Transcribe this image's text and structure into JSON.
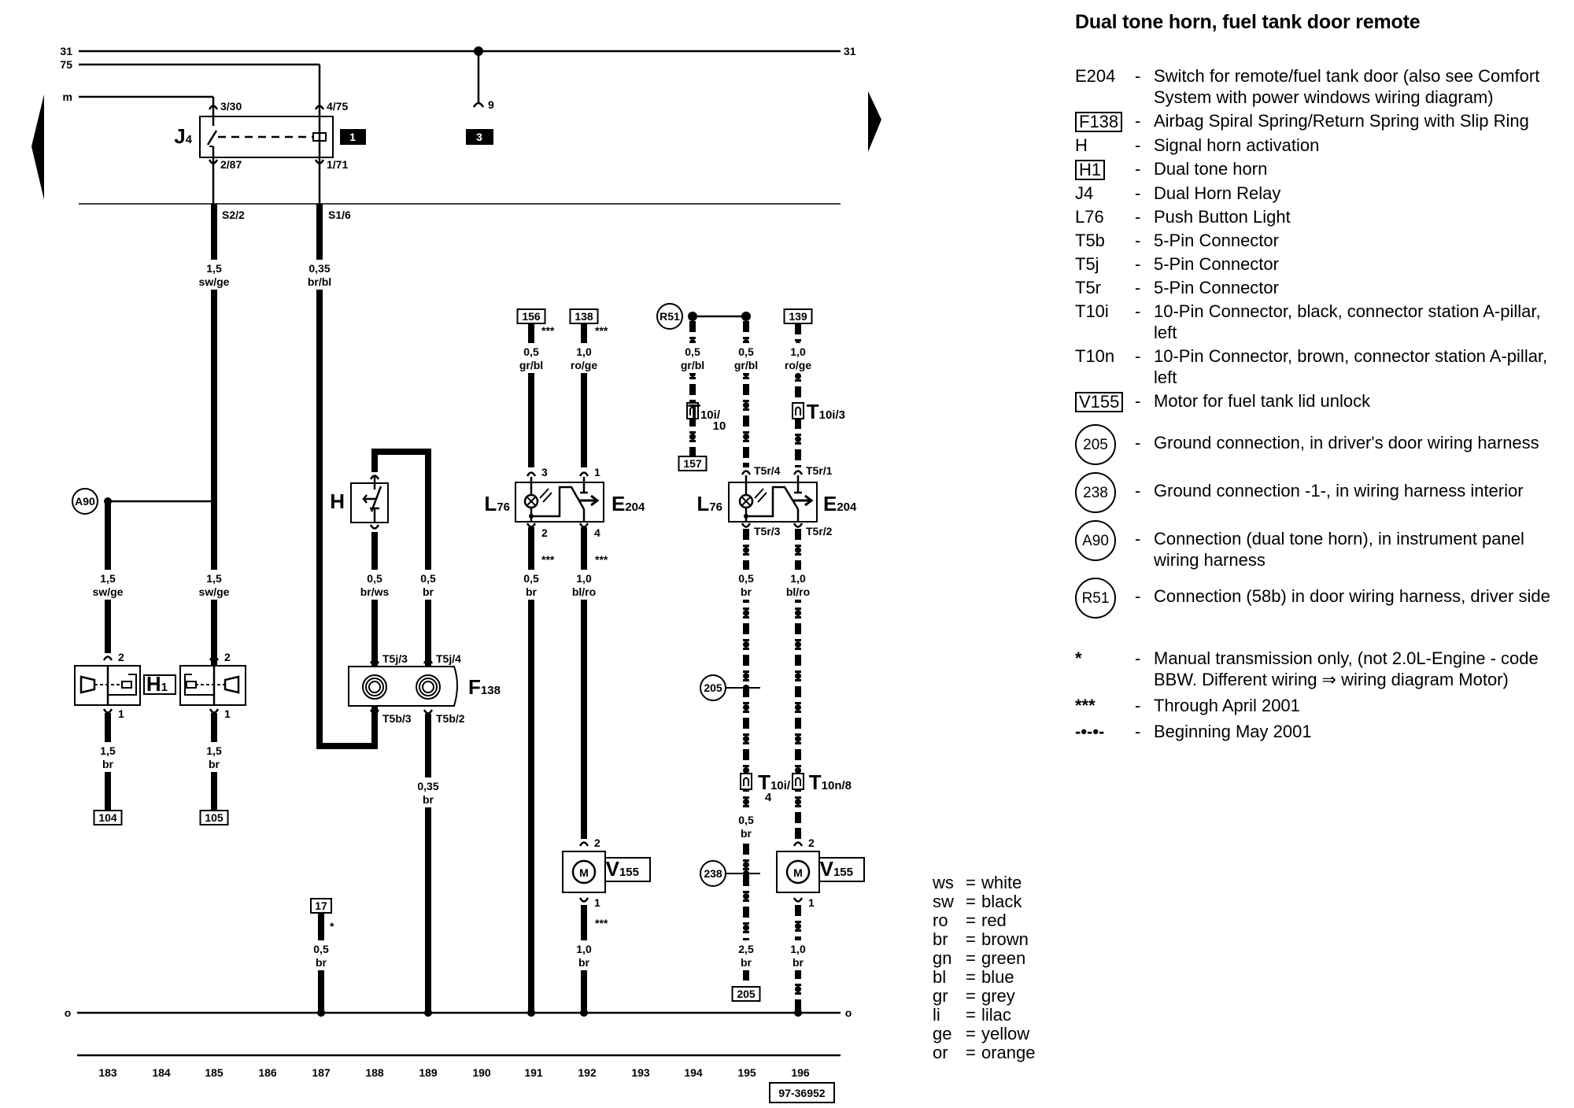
{
  "title": "Dual tone horn, fuel tank door remote",
  "figure_number": "97-36952",
  "nav": {
    "prev_icon": "arrow-left-icon",
    "next_icon": "arrow-right-icon"
  },
  "bus_lines": {
    "top_left_labels": [
      "31",
      "75",
      "m"
    ],
    "top_right_label": "31",
    "ground_left_label": "o",
    "ground_right_label": "o"
  },
  "column_numbers": [
    "183",
    "184",
    "185",
    "186",
    "187",
    "188",
    "189",
    "190",
    "191",
    "192",
    "193",
    "194",
    "195",
    "196"
  ],
  "components": {
    "J4": {
      "label": "J",
      "sub": "4",
      "pins": [
        "3/30",
        "4/75",
        "2/87",
        "1/71"
      ],
      "ref_box": "1"
    },
    "ref_box_3": "3",
    "pin_9": "9",
    "fuse_S2": "S2/2",
    "fuse_S1": "S1/6",
    "A90": "A90",
    "H1": {
      "label": "H",
      "sub": "1",
      "pins_left": [
        "2",
        "1"
      ],
      "pins_right": [
        "2",
        "1"
      ]
    },
    "H": {
      "label": "H"
    },
    "F138": {
      "label": "F",
      "sub": "138",
      "pins": [
        "T5j/3",
        "T5j/4",
        "T5b/3",
        "T5b/2"
      ]
    },
    "L76_a": {
      "label": "L",
      "sub": "76",
      "pins": [
        "3",
        "2"
      ]
    },
    "E204_a": {
      "label": "E",
      "sub": "204",
      "pins": [
        "1",
        "4"
      ]
    },
    "L76_b": {
      "label": "L",
      "sub": "76",
      "pins": [
        "T5r/4",
        "T5r/3"
      ]
    },
    "E204_b": {
      "label": "E",
      "sub": "204",
      "pins": [
        "T5r/1",
        "T5r/2"
      ]
    },
    "R51": "R51",
    "T10i_10": {
      "label": "T",
      "sub": "10i/",
      "sub2": "10"
    },
    "T10i_3": {
      "label": "T",
      "sub": "10i/3"
    },
    "T10i_4": {
      "label": "T",
      "sub": "10i/",
      "sub2": "4"
    },
    "T10n_8": {
      "label": "T",
      "sub": "10n/8"
    },
    "G205": "205",
    "G238": "238",
    "V155_a": {
      "label": "V",
      "sub": "155",
      "pins": [
        "2",
        "1"
      ],
      "motor": "M"
    },
    "V155_b": {
      "label": "V",
      "sub": "155",
      "pins": [
        "2",
        "1"
      ],
      "motor": "M"
    }
  },
  "ref_boxes": {
    "r104": "104",
    "r105": "105",
    "r17": "17",
    "r156": "156",
    "r138": "138",
    "r157": "157",
    "r139": "139",
    "r205": "205"
  },
  "wires": {
    "w185_top": {
      "size": "1,5",
      "color": "sw/ge"
    },
    "w187_top": {
      "size": "0,35",
      "color": "br/bl"
    },
    "w183_mid": {
      "size": "1,5",
      "color": "sw/ge"
    },
    "w185_mid": {
      "size": "1,5",
      "color": "sw/ge"
    },
    "w183_bot": {
      "size": "1,5",
      "color": "br"
    },
    "w185_bot": {
      "size": "1,5",
      "color": "br"
    },
    "w188": {
      "size": "0,5",
      "color": "br/ws"
    },
    "w189": {
      "size": "0,5",
      "color": "br"
    },
    "w189_bot": {
      "size": "0,35",
      "color": "br"
    },
    "w187_bot": {
      "size": "0,5",
      "color": "br"
    },
    "w191_top": {
      "size": "0,5",
      "color": "gr/bl"
    },
    "w192_top": {
      "size": "1,0",
      "color": "ro/ge"
    },
    "w191_mid": {
      "size": "0,5",
      "color": "br"
    },
    "w192_mid": {
      "size": "1,0",
      "color": "bl/ro"
    },
    "w192_bot": {
      "size": "1,0",
      "color": "br"
    },
    "w194_top": {
      "size": "0,5",
      "color": "gr/bl"
    },
    "w195_top": {
      "size": "0,5",
      "color": "gr/bl"
    },
    "w196_top": {
      "size": "1,0",
      "color": "ro/ge"
    },
    "w195_mid": {
      "size": "0,5",
      "color": "br"
    },
    "w196_mid": {
      "size": "1,0",
      "color": "bl/ro"
    },
    "w195_low": {
      "size": "0,5",
      "color": "br"
    },
    "w195_bot": {
      "size": "2,5",
      "color": "br"
    },
    "w196_bot": {
      "size": "1,0",
      "color": "br"
    }
  },
  "footnote_marks": {
    "triple": "***",
    "single": "*"
  },
  "legend": [
    {
      "code": "E204",
      "style": "plain",
      "desc": "Switch for remote/fuel tank door (also see Comfort System with power windows wiring diagram)"
    },
    {
      "code": "F138",
      "style": "boxed",
      "desc": "Airbag Spiral Spring/Return Spring with Slip Ring"
    },
    {
      "code": "H",
      "style": "plain",
      "desc": "Signal horn activation"
    },
    {
      "code": "H1",
      "style": "boxed",
      "desc": "Dual tone horn"
    },
    {
      "code": "J4",
      "style": "plain",
      "desc": "Dual Horn Relay"
    },
    {
      "code": "L76",
      "style": "plain",
      "desc": "Push Button Light"
    },
    {
      "code": "T5b",
      "style": "plain",
      "desc": "5-Pin Connector"
    },
    {
      "code": "T5j",
      "style": "plain",
      "desc": "5-Pin Connector"
    },
    {
      "code": "T5r",
      "style": "plain",
      "desc": "5-Pin Connector"
    },
    {
      "code": "T10i",
      "style": "plain",
      "desc": "10-Pin Connector, black, connector station A-pillar, left"
    },
    {
      "code": "T10n",
      "style": "plain",
      "desc": "10-Pin Connector, brown, connector station A-pillar, left"
    },
    {
      "code": "V155",
      "style": "boxed",
      "desc": "Motor for fuel tank lid unlock"
    }
  ],
  "legend_circles": [
    {
      "code": "205",
      "desc": "Ground connection, in driver's door wiring harness"
    },
    {
      "code": "238",
      "desc": "Ground connection -1-, in wiring harness interior"
    },
    {
      "code": "A90",
      "desc": "Connection (dual tone horn), in instrument panel wiring harness"
    },
    {
      "code": "R51",
      "desc": "Connection (58b) in door wiring harness, driver side"
    }
  ],
  "legend_notes": [
    {
      "code": "*",
      "desc": "Manual transmission only, (not 2.0L-Engine - code BBW. Different wiring ⇒ wiring diagram Motor)"
    },
    {
      "code": "***",
      "desc": "Through April 2001"
    },
    {
      "code": "-•-•-",
      "desc": "Beginning May 2001"
    }
  ],
  "color_codes": [
    {
      "code": "ws",
      "name": "white"
    },
    {
      "code": "sw",
      "name": "black"
    },
    {
      "code": "ro",
      "name": "red"
    },
    {
      "code": "br",
      "name": "brown"
    },
    {
      "code": "gn",
      "name": "green"
    },
    {
      "code": "bl",
      "name": "blue"
    },
    {
      "code": "gr",
      "name": "grey"
    },
    {
      "code": "li",
      "name": "lilac"
    },
    {
      "code": "ge",
      "name": "yellow"
    },
    {
      "code": "or",
      "name": "orange"
    }
  ]
}
